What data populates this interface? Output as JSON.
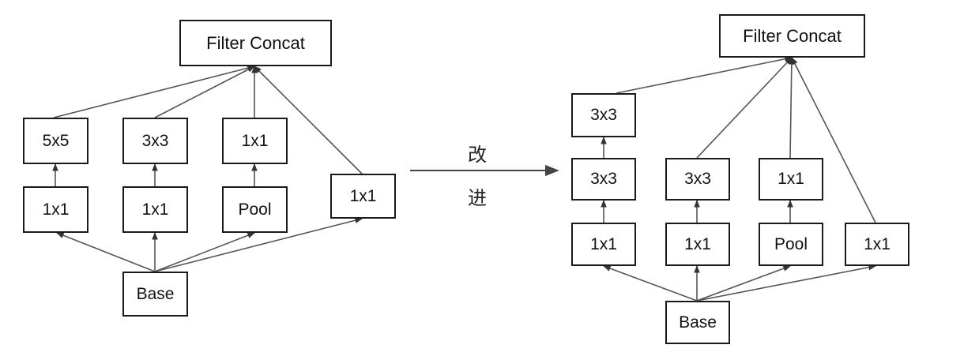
{
  "left": {
    "concat": "Filter Concat",
    "top_row": [
      "5x5",
      "3x3",
      "1x1"
    ],
    "mid_row": [
      "1x1",
      "1x1",
      "Pool",
      "1x1"
    ],
    "base": "Base"
  },
  "arrow_label": [
    "改",
    "进"
  ],
  "right": {
    "concat": "Filter Concat",
    "row1": [
      "3x3"
    ],
    "row2": [
      "3x3",
      "3x3",
      "1x1"
    ],
    "row3": [
      "1x1",
      "1x1",
      "Pool",
      "1x1"
    ],
    "base": "Base"
  },
  "colors": {
    "stroke": "#1a1a1a",
    "line": "#555555"
  }
}
